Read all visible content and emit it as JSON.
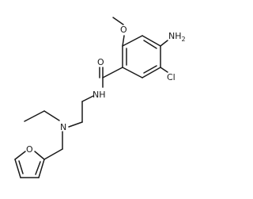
{
  "molecule": {
    "atoms": {
      "methoxy_o": "O",
      "amine": "NH",
      "amine_sub": "2",
      "chloro": "Cl",
      "carbonyl_o": "O",
      "amide_nh": "NH",
      "tertiary_n": "N",
      "furan_o": "O"
    }
  }
}
